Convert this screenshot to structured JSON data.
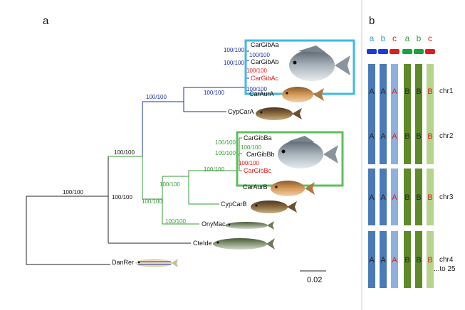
{
  "panels": {
    "a": "a",
    "b": "b"
  },
  "tree": {
    "taxa": {
      "carGibAa": "CarGibAa",
      "carGibAb": "CarGibAb",
      "carGibAc": "CarGibAc",
      "carAurA": "CarAurA",
      "cypCarA": "CypCarA",
      "carGibBa": "CarGibBa",
      "carGibBb": "CarGibBb",
      "carGibBc": "CarGibBc",
      "carAurB": "CarAurB",
      "cypCarB": "CypCarB",
      "onyMac": "OnyMac",
      "cteIde": "CteIde",
      "danRer": "DanRer"
    },
    "support": {
      "root": "100/100",
      "ingroup": "100/100",
      "cladeA_base": "100/100",
      "cladeA_mid": "100/100",
      "cladeA_car": "100/100",
      "cladeA_gib": "100/100",
      "cladeA_ab": "100/100",
      "cladeA_aur": "100/100",
      "cladeA_ac": "100/100",
      "cladeB_base": "100/100",
      "cladeB_mid": "100/100",
      "cladeB_car": "100/100",
      "cladeB_gib": "100/100",
      "cladeB_ab": "100/100",
      "cladeB_bc": "100/100",
      "ony": "100/100"
    },
    "scale_label": "0.02",
    "colors": {
      "cladeA": "#1c2fa8",
      "cladeB": "#3a9a3a",
      "highlight": "#e01c1c",
      "base": "#222222",
      "boxA": "#3fb8e6",
      "boxB": "#5cc05c"
    }
  },
  "chromosomes": {
    "column_headers": [
      "a",
      "b",
      "c",
      "a",
      "b",
      "c"
    ],
    "header_colors": [
      "#2a9fd6",
      "#2a9fd6",
      "#e01c1c",
      "#3a9a3a",
      "#3a9a3a",
      "#e01c1c"
    ],
    "cap_colors": [
      "#1a3cd8",
      "#1a3cd8",
      "#e01c1c",
      "#1aa33a",
      "#1aa33a",
      "#e01c1c"
    ],
    "bar_colors": [
      "#4a7ab8",
      "#4a7ab8",
      "#8fb0dc",
      "#5f8a2a",
      "#5f8a2a",
      "#b6d48c"
    ],
    "rows": [
      {
        "label": "chr1",
        "letters": [
          "A",
          "A",
          "A",
          "B",
          "B",
          "B"
        ]
      },
      {
        "label": "chr2",
        "letters": [
          "A",
          "A",
          "A",
          "B",
          "B",
          "B"
        ]
      },
      {
        "label": "chr3",
        "letters": [
          "A",
          "A",
          "A",
          "B",
          "B",
          "B"
        ]
      },
      {
        "label": "chr4",
        "letters": [
          "A",
          "A",
          "A",
          "B",
          "B",
          "B"
        ]
      }
    ],
    "trailing_note": "...to 25"
  }
}
